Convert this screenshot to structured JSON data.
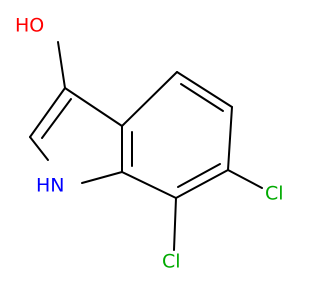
{
  "molecule": {
    "atoms": {
      "hydroxyl": "HO",
      "amine": "HN",
      "chlorine_1": "Cl",
      "chlorine_2": "Cl"
    },
    "colors": {
      "bond": "#000000",
      "oxygen": "#ff0000",
      "nitrogen": "#0000ff",
      "chlorine": "#00aa00"
    }
  }
}
